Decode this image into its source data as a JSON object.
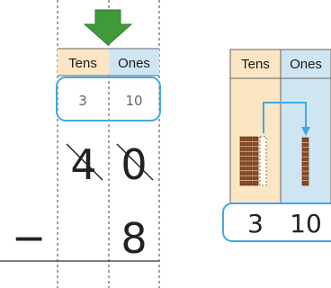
{
  "left_table": {
    "header": {
      "tens": "Tens",
      "ones": "Ones"
    },
    "regroup_row": {
      "tens": "3",
      "ones": "10"
    },
    "top_number": {
      "tens": "4",
      "ones": "0",
      "crossed_out": true
    },
    "operator": "−",
    "subtrahend": {
      "ones": "8"
    }
  },
  "right_table": {
    "header": {
      "tens": "Tens",
      "ones": "Ones"
    },
    "model": {
      "tens_rods_remaining": 3,
      "tens_rods_regrouped": 1,
      "ones_rods": 1
    },
    "result": {
      "tens": "3",
      "ones": "10"
    }
  },
  "colors": {
    "tens_column": "#fbe5c3",
    "ones_column": "#cfe6f2",
    "highlight_box": "#42a8e0",
    "arrow": "#3f9b3a",
    "rod": "#8a4a24"
  }
}
